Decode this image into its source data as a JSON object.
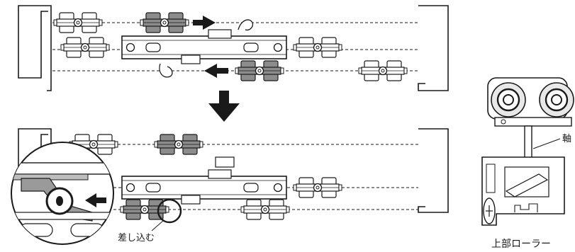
{
  "labels": {
    "insert": "差し込む",
    "shaft": "軸",
    "upper_roller": "上部ローラー"
  },
  "colors": {
    "line": "#1a1a1a",
    "gray_carriage": "#8c8c8c",
    "white": "#ffffff"
  }
}
